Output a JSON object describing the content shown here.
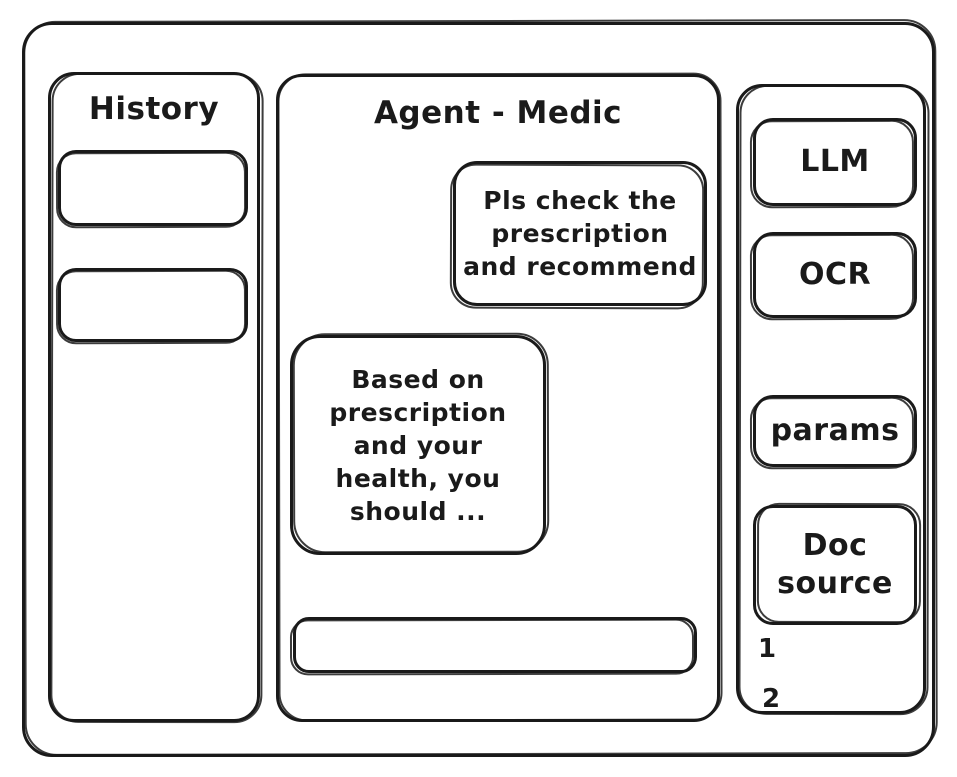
{
  "window": {
    "name": "agent-medic-wireframe"
  },
  "sidebar": {
    "title": "History",
    "items": [
      {
        "label": "",
        "name": "history-card-1"
      },
      {
        "label": "",
        "name": "history-card-2"
      }
    ]
  },
  "main": {
    "title": "Agent - Medic",
    "messages": [
      {
        "role": "user",
        "lines": [
          "Pls check the",
          "prescription",
          "and recommend"
        ]
      },
      {
        "role": "assistant",
        "lines": [
          "Based on",
          "prescription",
          "and your",
          "health, you",
          "should ..."
        ]
      }
    ],
    "composer": {
      "value": "",
      "placeholder": ""
    }
  },
  "tools": {
    "cards": [
      {
        "label": "LLM"
      },
      {
        "label": "OCR"
      },
      {
        "label": "params"
      }
    ],
    "doc_source": {
      "line1": "Doc",
      "line2": "source"
    },
    "doc_items": [
      "1",
      "2"
    ]
  },
  "style": {
    "stroke": "#1a1a1a",
    "background": "#ffffff"
  }
}
